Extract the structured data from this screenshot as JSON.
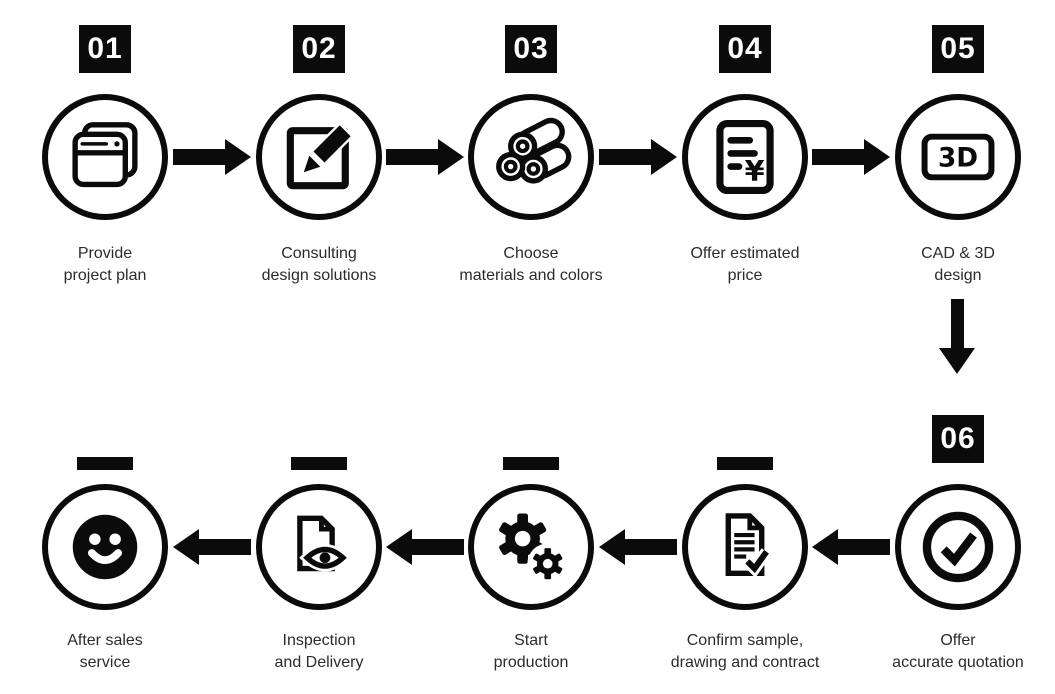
{
  "diagram": {
    "background_color": "#ffffff",
    "ink_color": "#0b0b0b",
    "text_color": "#2b2b2b",
    "flow": {
      "top_row_direction": "right",
      "bottom_row_direction": "left"
    },
    "steps": [
      {
        "number": "01",
        "line1": "Provide",
        "line2": "project plan",
        "icon": "stacked-documents"
      },
      {
        "number": "02",
        "line1": "Consulting",
        "line2": "design solutions",
        "icon": "edit-pencil"
      },
      {
        "number": "03",
        "line1": "Choose",
        "line2": "materials and colors",
        "icon": "material-rolls"
      },
      {
        "number": "04",
        "line1": "Offer estimated",
        "line2": "price",
        "icon": "price-invoice",
        "icon_text": "¥"
      },
      {
        "number": "05",
        "line1": "CAD & 3D",
        "line2": "design",
        "icon": "3d-screen",
        "icon_text": "3D"
      },
      {
        "number": "06",
        "line1": "Offer",
        "line2": "accurate quotation",
        "icon": "check-circle"
      },
      {
        "marker": "bar",
        "line1": "Confirm sample,",
        "line2": "drawing and contract",
        "icon": "document-check"
      },
      {
        "marker": "bar",
        "line1": "Start",
        "line2": "production",
        "icon": "gears"
      },
      {
        "marker": "bar",
        "line1": "Inspection",
        "line2": "and Delivery",
        "icon": "document-eye"
      },
      {
        "marker": "bar",
        "line1": "After sales",
        "line2": "service",
        "icon": "smiley-face"
      }
    ]
  }
}
